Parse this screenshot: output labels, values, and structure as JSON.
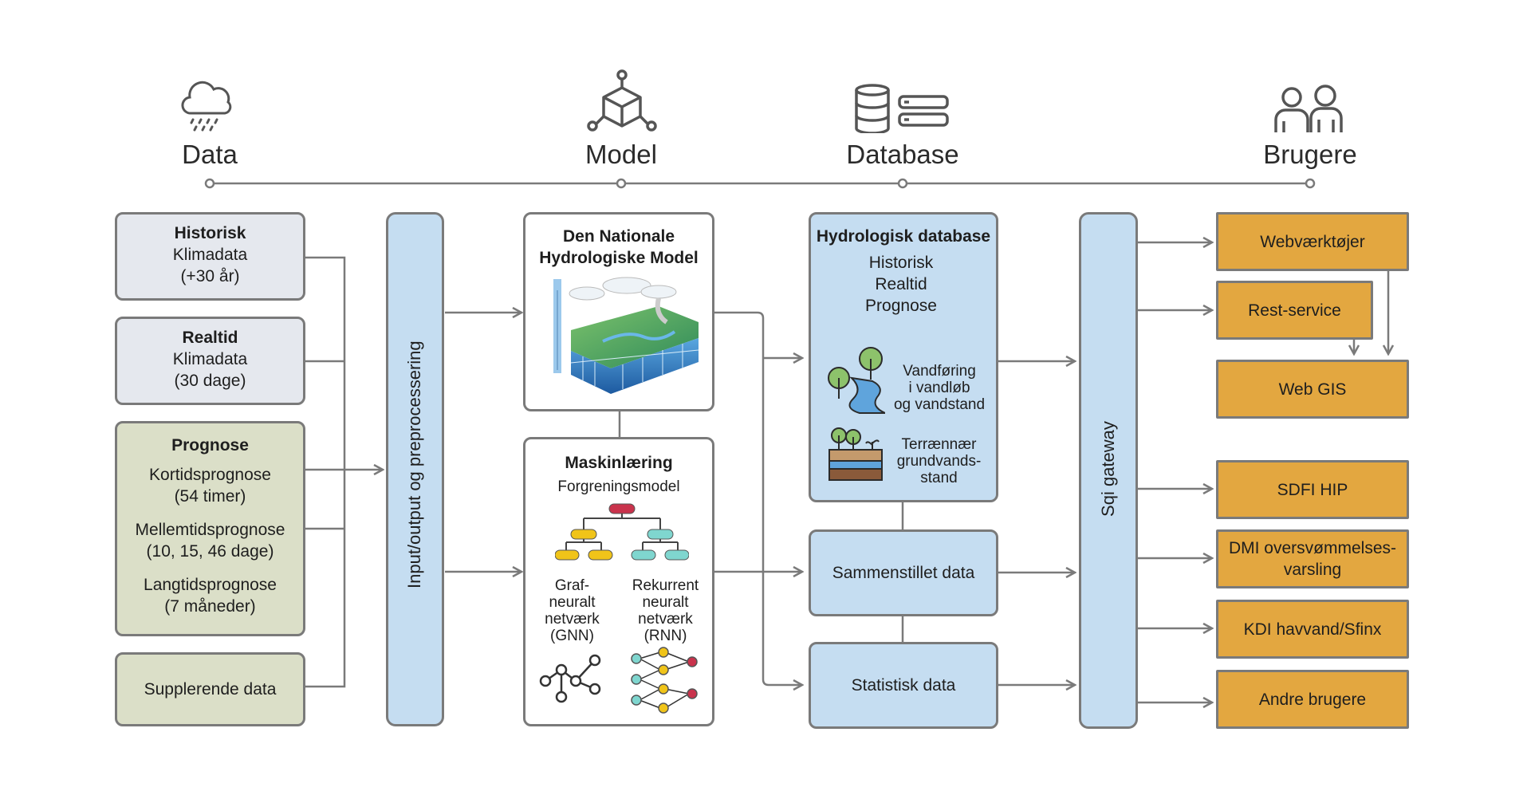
{
  "stages": {
    "data": "Data",
    "model": "Model",
    "database": "Database",
    "brugere": "Brugere"
  },
  "inputs": {
    "historisk": {
      "title": "Historisk",
      "line1": "Klimadata",
      "line2": "(+30 år)"
    },
    "realtid": {
      "title": "Realtid",
      "line1": "Klimadata",
      "line2": "(30 dage)"
    },
    "prognose": {
      "title": "Prognose",
      "kort": "Kortidsprognose",
      "kort_sub": "(54 timer)",
      "mellem": "Mellemtidsprognose",
      "mellem_sub": "(10, 15, 46 dage)",
      "lang": "Langtidsprognose",
      "lang_sub": "(7 måneder)"
    },
    "supplerende": "Supplerende data"
  },
  "preprocessing_label": "Input/output og preprocessering",
  "model": {
    "dnhm_title_1": "Den Nationale",
    "dnhm_title_2": "Hydrologiske Model",
    "ml_title": "Maskinlæring",
    "ml_sub": "Forgreningsmodel",
    "gnn": [
      "Graf-",
      "neuralt",
      "netværk",
      "(GNN)"
    ],
    "rnn": [
      "Rekurrent",
      "neuralt",
      "netværk",
      "(RNN)"
    ]
  },
  "database": {
    "title": "Hydrologisk database",
    "items": [
      "Historisk",
      "Realtid",
      "Prognose"
    ],
    "vand": [
      "Vandføring",
      "i vandløb",
      "og vandstand"
    ],
    "terr": [
      "Terrænnær",
      "grundvands-",
      "stand"
    ],
    "sammenstillet": "Sammenstillet data",
    "statistisk": "Statistisk data"
  },
  "gateway_label": "Sqi gateway",
  "users": {
    "web": "Webværktøjer",
    "rest": "Rest-service",
    "webgis": "Web GIS",
    "sdfi": "SDFI HIP",
    "dmi_1": "DMI oversvømmelses-",
    "dmi_2": "varsling",
    "kdi": "KDI havvand/Sfinx",
    "andre": "Andre brugere"
  },
  "colors": {
    "grey_box": "#e5e8ee",
    "green_box": "#dbdfc8",
    "blue_box": "#c5ddf1",
    "orange_box": "#e3a740",
    "line": "#7a7a7a"
  }
}
